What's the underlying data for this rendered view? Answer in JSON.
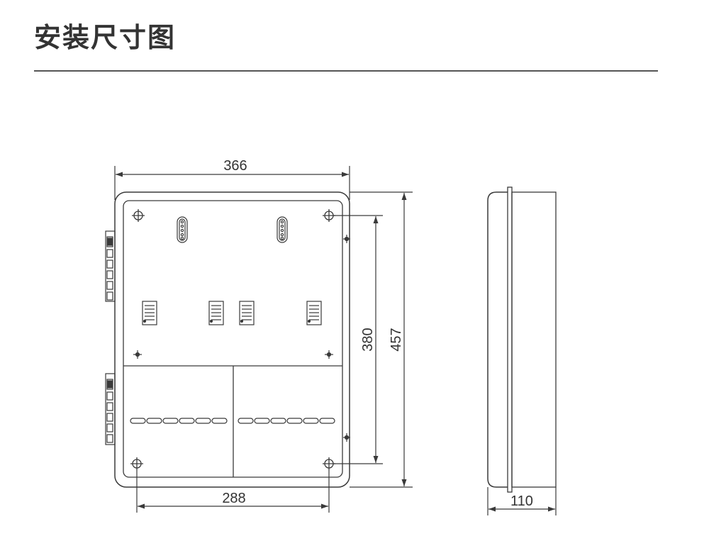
{
  "page": {
    "title": "安装尺寸图"
  },
  "dimensions": {
    "overall_width": "366",
    "mounting_width": "288",
    "mounting_height": "380",
    "overall_height": "457",
    "depth": "110"
  },
  "colors": {
    "line": "#3a3a3a",
    "title": "#333333",
    "rule": "#555555"
  }
}
